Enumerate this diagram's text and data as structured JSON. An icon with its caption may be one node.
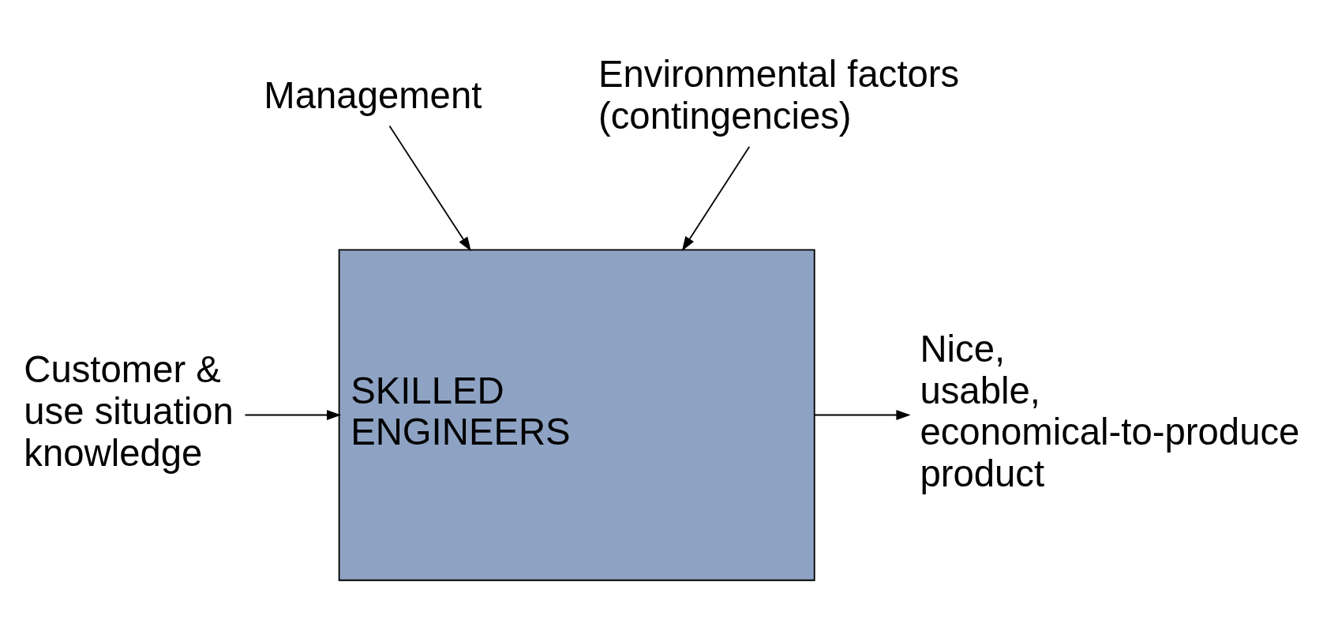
{
  "diagram": {
    "nodes": [
      {
        "text": [
          "SKILLED ENGINEERS"
        ]
      },
      {
        "text": [
          "Management"
        ]
      },
      {
        "text": [
          "Environmental factors (contingencies)"
        ]
      },
      {
        "text": [
          "Customer & use situation knowledge"
        ]
      },
      {
        "text": [
          "Nice, usable, economical-to-produce product"
        ]
      }
    ],
    "edges": [
      {
        "from": 1,
        "to": 0,
        "arrow": "to"
      },
      {
        "from": 2,
        "to": 0,
        "arrow": "to"
      },
      {
        "from": 3,
        "to": 0,
        "arrow": "to"
      },
      {
        "from": 0,
        "to": 4,
        "arrow": "to"
      }
    ]
  }
}
